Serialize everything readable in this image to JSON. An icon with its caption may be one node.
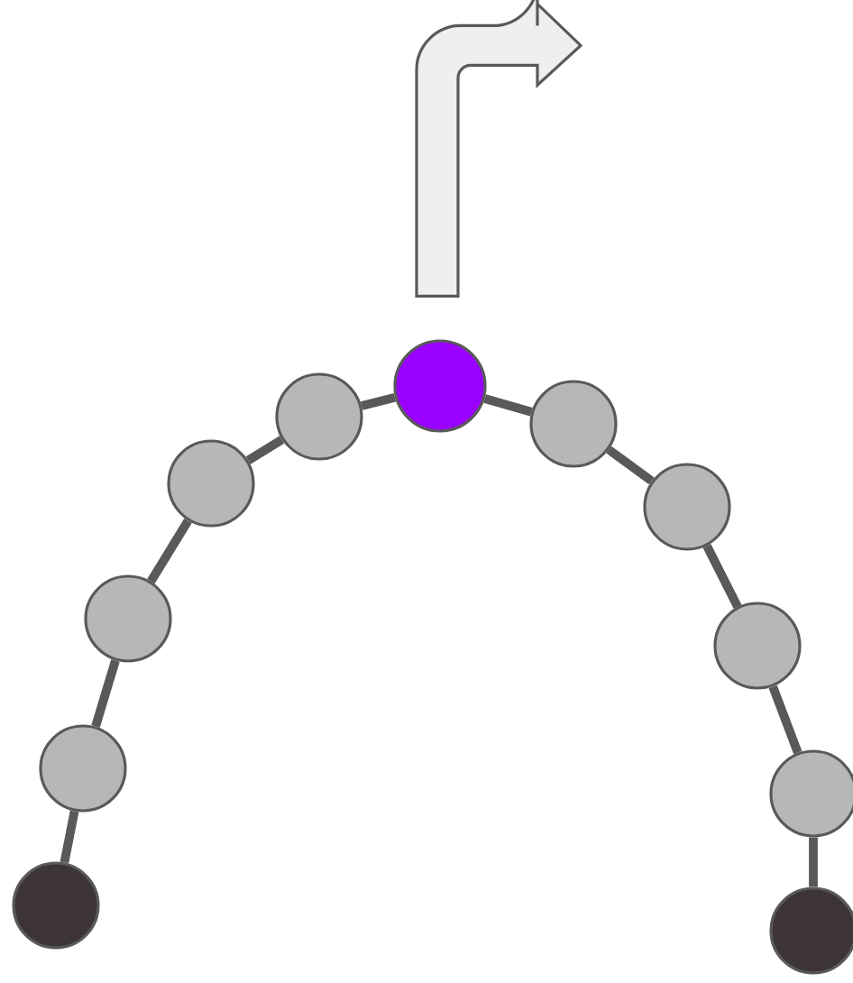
{
  "diagram": {
    "nodes": [
      {
        "text": [],
        "shape": "circle"
      },
      {
        "text": [],
        "shape": "circle"
      },
      {
        "text": [],
        "shape": "circle"
      },
      {
        "text": [],
        "shape": "circle"
      },
      {
        "text": [],
        "shape": "circle"
      },
      {
        "text": [],
        "shape": "circle"
      },
      {
        "text": [],
        "shape": "circle"
      },
      {
        "text": [],
        "shape": "circle"
      },
      {
        "text": [],
        "shape": "circle"
      },
      {
        "text": [],
        "shape": "circle"
      },
      {
        "text": [],
        "shape": "circle"
      }
    ],
    "edges": [
      {
        "from": 0,
        "to": 1,
        "arrow": "none"
      },
      {
        "from": 1,
        "to": 2,
        "arrow": "none"
      },
      {
        "from": 2,
        "to": 3,
        "arrow": "none"
      },
      {
        "from": 3,
        "to": 4,
        "arrow": "none"
      },
      {
        "from": 4,
        "to": 5,
        "arrow": "none"
      },
      {
        "from": 5,
        "to": 6,
        "arrow": "none"
      },
      {
        "from": 6,
        "to": 7,
        "arrow": "none"
      },
      {
        "from": 7,
        "to": 8,
        "arrow": "none"
      },
      {
        "from": 8,
        "to": 9,
        "arrow": "none"
      },
      {
        "from": 9,
        "to": 10,
        "arrow": "none"
      },
      {
        "from": 5,
        "to": null,
        "arrow": "to"
      }
    ]
  }
}
